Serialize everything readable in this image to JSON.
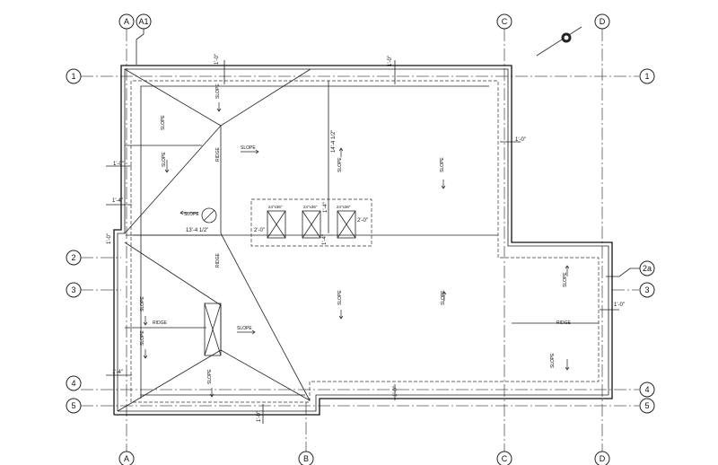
{
  "grid": {
    "columns": [
      {
        "id": "col-A-top",
        "label": "A"
      },
      {
        "id": "col-A1-top",
        "label": "A1"
      },
      {
        "id": "col-C-top",
        "label": "C"
      },
      {
        "id": "col-D-top",
        "label": "D"
      },
      {
        "id": "col-A-bottom",
        "label": "A"
      },
      {
        "id": "col-B-bottom",
        "label": "B"
      },
      {
        "id": "col-C-bottom",
        "label": "C"
      },
      {
        "id": "col-D-bottom",
        "label": "D"
      }
    ],
    "rows_left": [
      "1",
      "2",
      "3",
      "4",
      "5"
    ],
    "rows_right": [
      "1",
      "2a",
      "3",
      "4",
      "5"
    ]
  },
  "dimensions": {
    "top_left_overhang": "1'-0\"",
    "top_right_overhang": "1'-0\"",
    "right_overhang": "1'-0\"",
    "left_overhang": "1'-0\"",
    "left_overhang_upper": "1'-4\"",
    "left_notch": "1'-0\"",
    "left_overhang_lower": "1'-4\"",
    "center_span": "13'-4 1/2\"",
    "vertical_span": "14'-4 1/2\"",
    "skylight_gap_v": "1'-4\"",
    "skylight_gap_h": "2'-0\"",
    "skylight_gap_h2": "2'-0\"",
    "skylight_gap_v2": "1'-4\"",
    "annex_overhang": "1'-0\"",
    "bottom_overhang": "1'-0\"",
    "bottom_left_overhang": "1'-0\""
  },
  "skylights": [
    "24\"x36\"",
    "24\"x36\"",
    "24\"x36\""
  ],
  "notes": {
    "slope": "SLOPE",
    "ridge": "RIDGE"
  }
}
